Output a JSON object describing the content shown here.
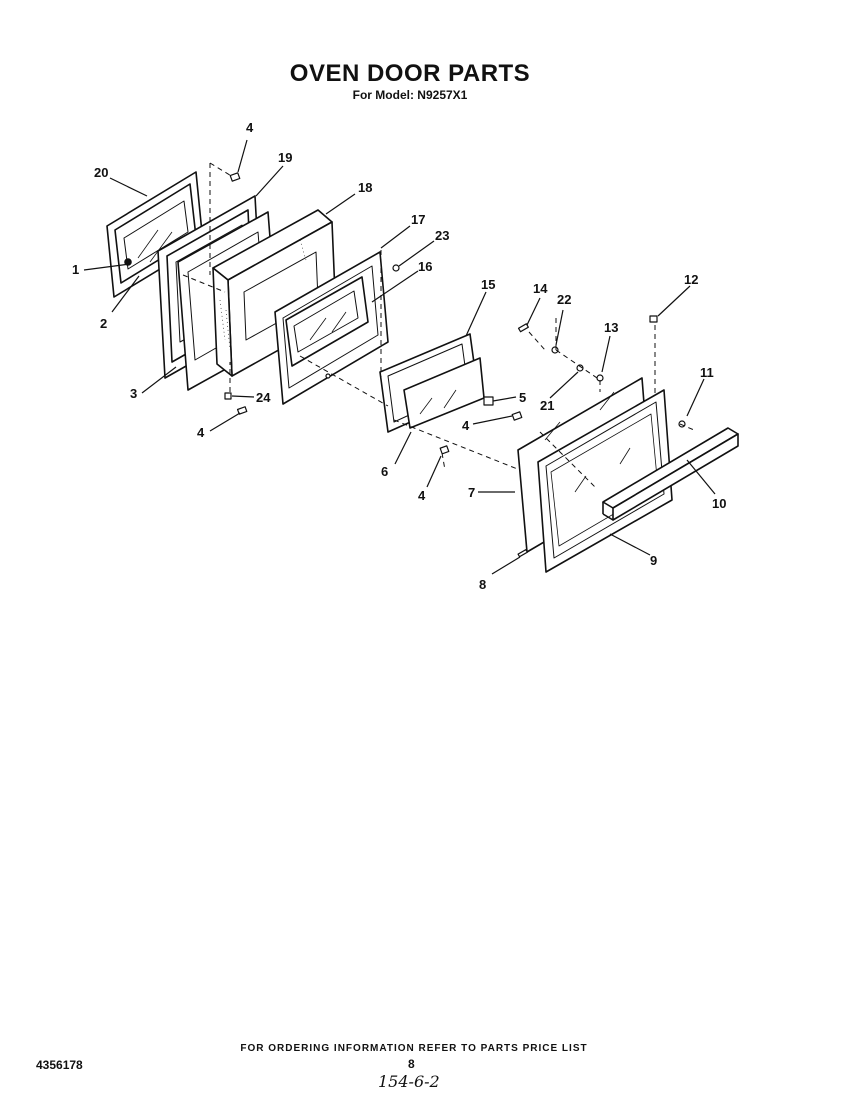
{
  "header": {
    "title": "OVEN DOOR PARTS",
    "subtitle": "For Model: N9257X1"
  },
  "callouts": [
    {
      "id": "c4a",
      "label": "4"
    },
    {
      "id": "c19",
      "label": "19"
    },
    {
      "id": "c20",
      "label": "20"
    },
    {
      "id": "c18",
      "label": "18"
    },
    {
      "id": "c17",
      "label": "17"
    },
    {
      "id": "c23",
      "label": "23"
    },
    {
      "id": "c16",
      "label": "16"
    },
    {
      "id": "c1",
      "label": "1"
    },
    {
      "id": "c2",
      "label": "2"
    },
    {
      "id": "c3",
      "label": "3"
    },
    {
      "id": "c24",
      "label": "24"
    },
    {
      "id": "c4b",
      "label": "4"
    },
    {
      "id": "c15",
      "label": "15"
    },
    {
      "id": "c5",
      "label": "5"
    },
    {
      "id": "c4c",
      "label": "4"
    },
    {
      "id": "c6",
      "label": "6"
    },
    {
      "id": "c4d",
      "label": "4"
    },
    {
      "id": "c14",
      "label": "14"
    },
    {
      "id": "c22",
      "label": "22"
    },
    {
      "id": "c12",
      "label": "12"
    },
    {
      "id": "c13",
      "label": "13"
    },
    {
      "id": "c21",
      "label": "21"
    },
    {
      "id": "c11",
      "label": "11"
    },
    {
      "id": "c10",
      "label": "10"
    },
    {
      "id": "c7",
      "label": "7"
    },
    {
      "id": "c9",
      "label": "9"
    },
    {
      "id": "c8",
      "label": "8"
    }
  ],
  "footer": {
    "ordering_note": "FOR ORDERING INFORMATION REFER TO PARTS PRICE LIST",
    "page_number": "8",
    "document_number": "4356178",
    "handwritten_note": "154-6-2"
  }
}
